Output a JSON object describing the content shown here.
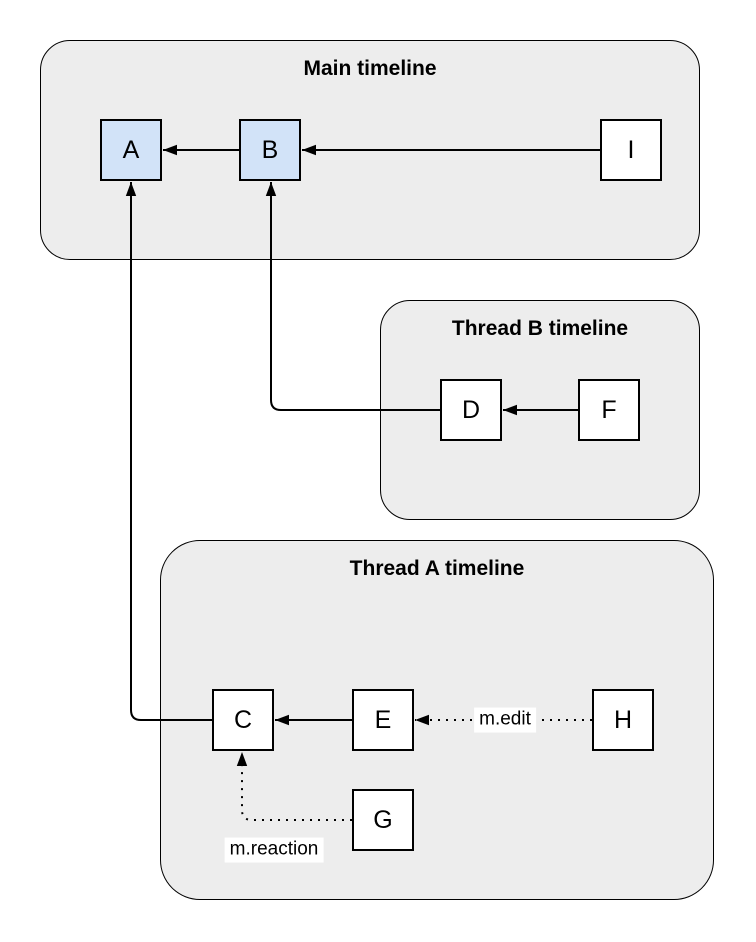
{
  "containers": [
    {
      "title": "Main timeline",
      "nodes": [
        "A",
        "B",
        "I"
      ]
    },
    {
      "title": "Thread B timeline",
      "nodes": [
        "D",
        "F"
      ]
    },
    {
      "title": "Thread A timeline",
      "nodes": [
        "C",
        "E",
        "H",
        "G"
      ]
    }
  ],
  "nodes": [
    {
      "label": "A",
      "highlighted": true
    },
    {
      "label": "B",
      "highlighted": true
    },
    {
      "label": "I",
      "highlighted": false
    },
    {
      "label": "D",
      "highlighted": false
    },
    {
      "label": "F",
      "highlighted": false
    },
    {
      "label": "C",
      "highlighted": false
    },
    {
      "label": "E",
      "highlighted": false
    },
    {
      "label": "H",
      "highlighted": false
    },
    {
      "label": "G",
      "highlighted": false
    }
  ],
  "edges": [
    {
      "from": "B",
      "to": "A",
      "style": "solid"
    },
    {
      "from": "I",
      "to": "B",
      "style": "solid"
    },
    {
      "from": "F",
      "to": "D",
      "style": "solid"
    },
    {
      "from": "E",
      "to": "C",
      "style": "solid"
    },
    {
      "from": "H",
      "to": "E",
      "style": "dotted",
      "label": "m.edit"
    },
    {
      "from": "D",
      "to": "B",
      "style": "solid"
    },
    {
      "from": "C",
      "to": "A",
      "style": "solid"
    },
    {
      "from": "G",
      "to": "C",
      "style": "dotted",
      "label": "m.reaction"
    }
  ],
  "colors": {
    "container_fill": "#ededed",
    "container_stroke": "#000000",
    "node_fill": "#ffffff",
    "node_fill_highlight": "#d2e3f8",
    "node_stroke": "#000000",
    "edge_color": "#000000",
    "label_background": "#ffffff"
  }
}
